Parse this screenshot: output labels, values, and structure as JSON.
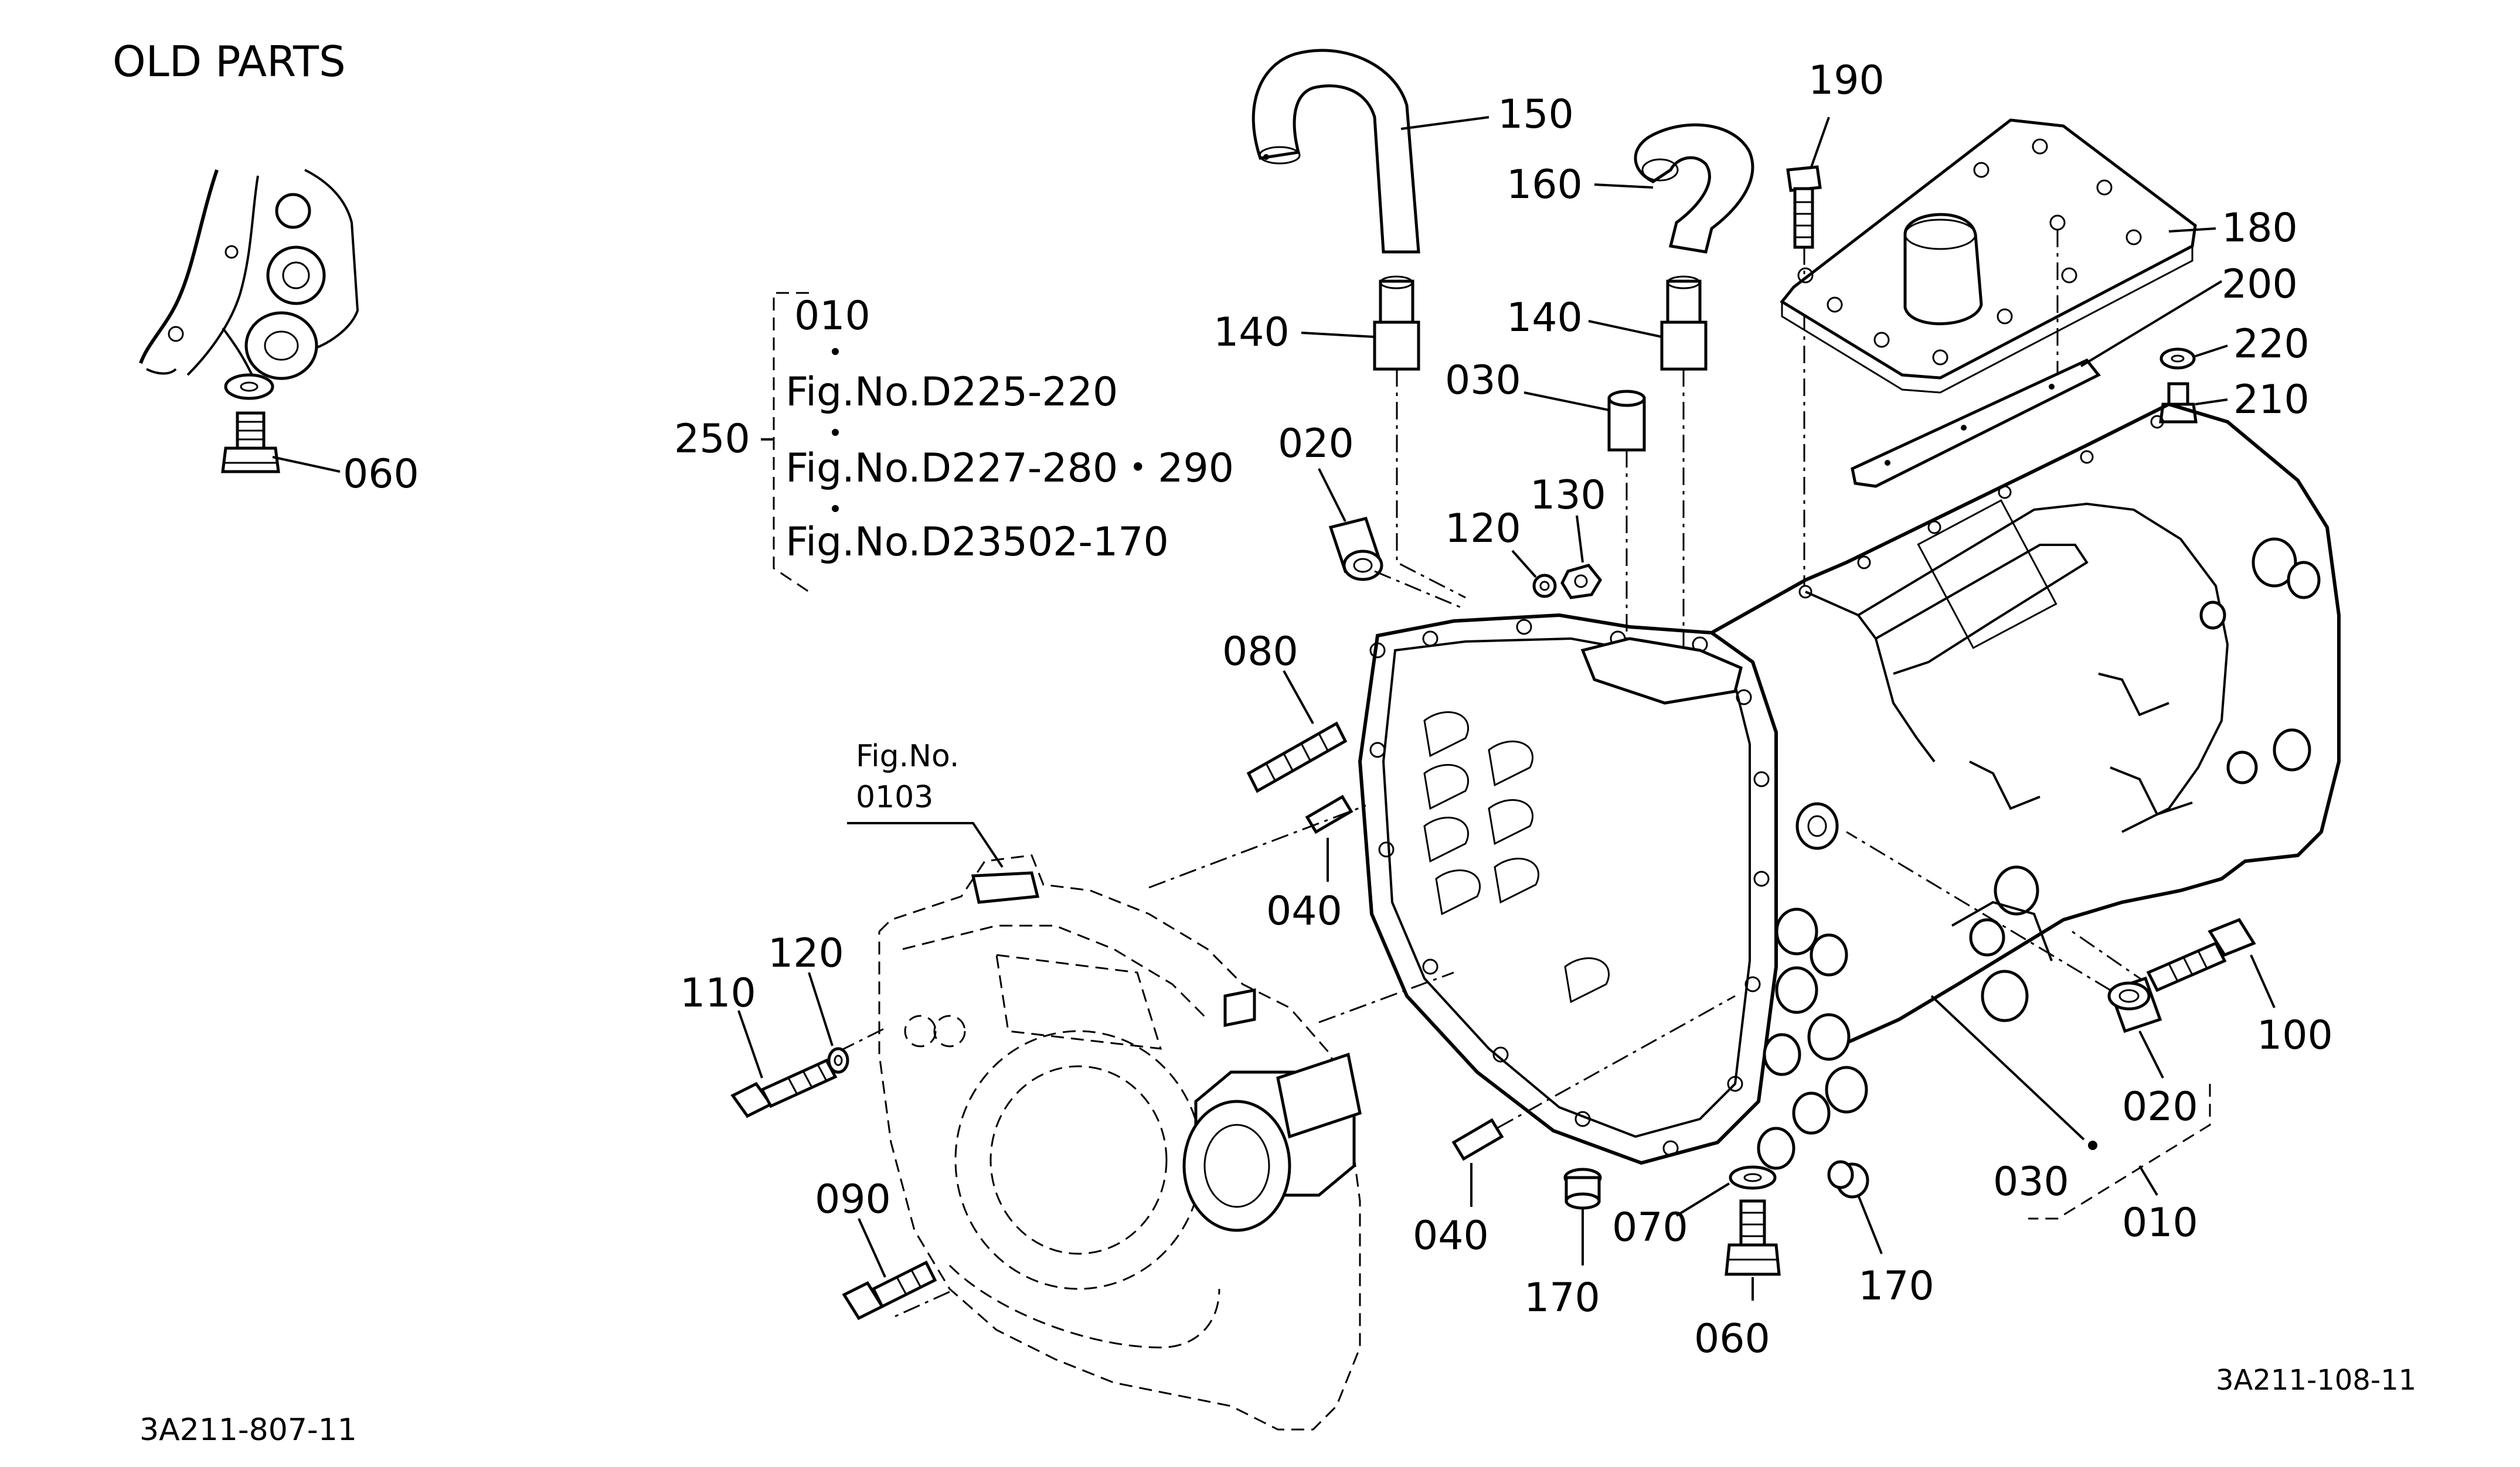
{
  "header": {
    "title": "OLD PARTS"
  },
  "footer": {
    "left_code": "3A211-807-11",
    "right_code": "3A211-108-11"
  },
  "group": {
    "number": "250",
    "lines": [
      "010",
      "Fig.No.D225-220",
      "Fig.No.D227-280・290",
      "Fig.No.D23502-170"
    ]
  },
  "fig_ref": {
    "line1": "Fig.No.",
    "line2": "0103"
  },
  "callouts": {
    "old_060": "060",
    "p150": "150",
    "p160": "160",
    "p190": "190",
    "p180": "180",
    "p200": "200",
    "p220": "220",
    "p210": "210",
    "p140a": "140",
    "p140b": "140",
    "p030a": "030",
    "p020a": "020",
    "p120a": "120",
    "p130": "130",
    "p080": "080",
    "p040a": "040",
    "p110": "110",
    "p120b": "120",
    "p090": "090",
    "p040b": "040",
    "p170a": "170",
    "p070": "070",
    "p060": "060",
    "p170b": "170",
    "p100": "100",
    "p020b": "020",
    "p030b": "030",
    "p010": "010"
  }
}
